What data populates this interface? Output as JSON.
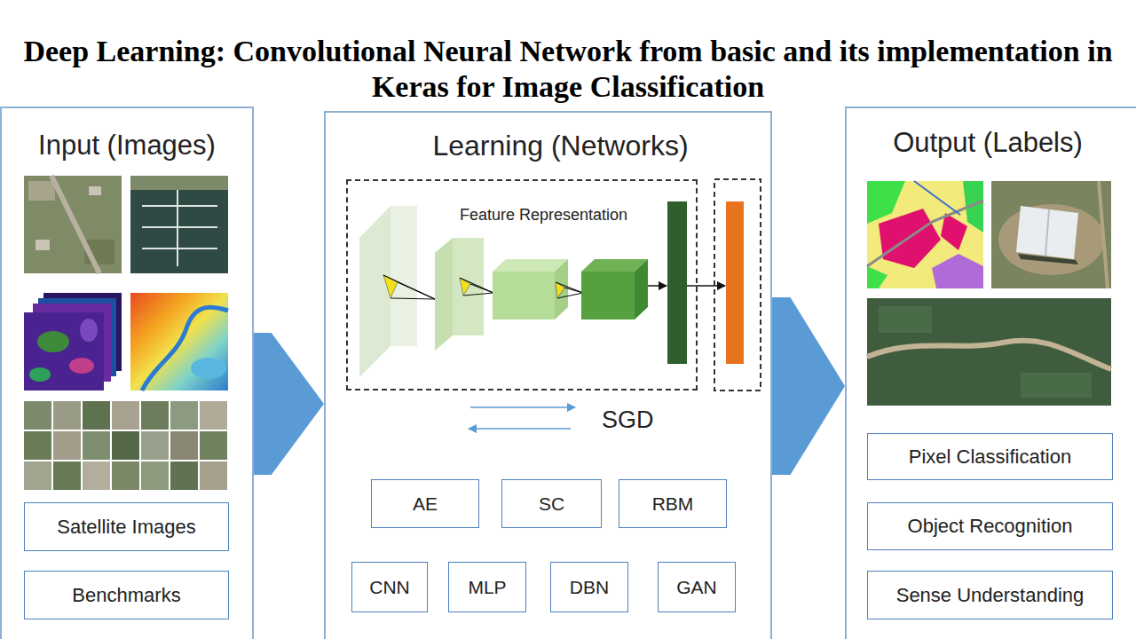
{
  "diagram": {
    "title": "Deep Learning: Convolutional Neural Network from basic and its implementation in Keras for Image Classification",
    "nodes": [
      {
        "text": [
          "Input (Images)"
        ]
      },
      {
        "text": [
          "Satellite Images"
        ],
        "in": 0
      },
      {
        "text": [
          "Benchmarks"
        ],
        "in": 0
      },
      {
        "text": [
          "Learning (Networks)"
        ]
      },
      {
        "text": [
          "Feature Representation"
        ],
        "in": 3
      },
      {
        "text": [
          "AE"
        ],
        "in": 3
      },
      {
        "text": [
          "SC"
        ],
        "in": 3
      },
      {
        "text": [
          "RBM"
        ],
        "in": 3
      },
      {
        "text": [
          "CNN"
        ],
        "in": 3
      },
      {
        "text": [
          "MLP"
        ],
        "in": 3
      },
      {
        "text": [
          "DBN"
        ],
        "in": 3
      },
      {
        "text": [
          "GAN"
        ],
        "in": 3
      },
      {
        "text": [
          "Output (Labels)"
        ]
      },
      {
        "text": [
          "Pixel Classification"
        ],
        "in": 12
      },
      {
        "text": [
          "Object Recognition"
        ],
        "in": 12
      },
      {
        "text": [
          "Sense Understanding"
        ],
        "in": 12
      }
    ],
    "edges": [
      {
        "from": 0,
        "to": 3,
        "arrow": "to"
      },
      {
        "from": 3,
        "to": 12,
        "arrow": "to"
      }
    ],
    "labels": [
      "SGD"
    ]
  }
}
